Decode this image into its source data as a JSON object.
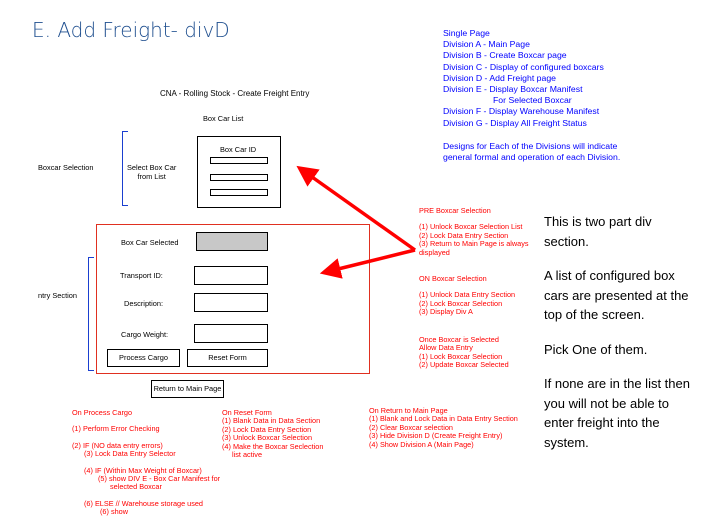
{
  "slide_title": "E. Add Freight- divD",
  "divisions": {
    "items": [
      "Single Page",
      "Division A -  Main Page",
      "Division B - Create Boxcar page",
      "Division C - Display of configured boxcars",
      "Division D - Add Freight page",
      "Division E - Display Boxcar Manifest",
      "For Selected Boxcar",
      "Division F - Display Warehouse Manifest",
      "Division G - Display All Freight Status"
    ],
    "note_1": "Designs for Each of the Divisions will indicate",
    "note_2": "general formal and operation of each Division."
  },
  "mockup": {
    "title": "CNA - Rolling Stock - Create Freight Entry",
    "box_car_list_label": "Box Car List",
    "box_car_id_label": "Box Car ID",
    "select_label_1": "Select Box Car",
    "select_label_2": "from List",
    "boxcar_selection_label": "Boxcar Selection",
    "entry_section_label": "ntry Section",
    "box_car_selected_label": "Box Car Selected",
    "transport_id_label": "Transport ID:",
    "description_label": "Description:",
    "cargo_weight_label": "Cargo Weight:",
    "process_cargo_button": "Process Cargo",
    "reset_form_button": "Reset Form",
    "return_button": "Return to Main Page"
  },
  "red_notes": {
    "pre_title": "PRE Boxcar Selection",
    "pre_lines": [
      "(1) Unlock Boxcar Selection List",
      "(2) Lock Data Entry Section",
      "(3) Return to Main Page is always",
      "displayed"
    ],
    "on_title": "ON Boxcar Selection",
    "on_lines": [
      "(1) Unlock Data Entry Section",
      "(2) Lock Boxcar Selection",
      "(3) Display Div A"
    ],
    "once_lines": [
      "Once Boxcar is Selected",
      "Allow Data Entry",
      "(1) Lock Boxcar Selection",
      "(2) Update Boxcar Selected"
    ],
    "process_title": "On Process Cargo",
    "process_lines": [
      "(1) Perform Error Checking",
      "(2) IF (NO data entry errors)",
      "(3) Lock Data Entry Selector",
      "(4) IF (Within Max Weight of Boxcar)",
      "(5) show DIV E - Box Car Manifest for",
      "selected Boxcar",
      "(6) ELSE // Warehouse storage used",
      "(6) show"
    ],
    "reset_title": "On Reset Form",
    "reset_lines": [
      "(1) Blank Data in Data Section",
      "(2) Lock Data Entry Section",
      "(3) Unlock Boxcar Selection",
      "(4) Make the Boxcar Seclection",
      "list active"
    ],
    "return_title": "On Return to Main Page",
    "return_lines": [
      "(1) Blank and Lock Data in Data Entry Section",
      "(2) Clear Boxcar selection",
      "(3) Hide Division D (Create Freight Entry)",
      "(4) Show Division A (Main Page)"
    ]
  },
  "black_notes": {
    "p1_l1": "This is two part div",
    "p1_l2": "section.",
    "p2_l1": "A list of configured box",
    "p2_l2": "cars are presented at the",
    "p2_l3": "top of the screen.",
    "p3_l1": "Pick One of them.",
    "p4_l1": "If none are in the list then",
    "p4_l2": "you will not be able to",
    "p4_l3": "enter freight into the",
    "p4_l4": "system."
  },
  "colors": {
    "title": "#1f4f8f",
    "blue_text": "#0000ff",
    "red_text": "#ff0000",
    "arrow": "#ff0000",
    "bracket": "#1a3fd0"
  }
}
